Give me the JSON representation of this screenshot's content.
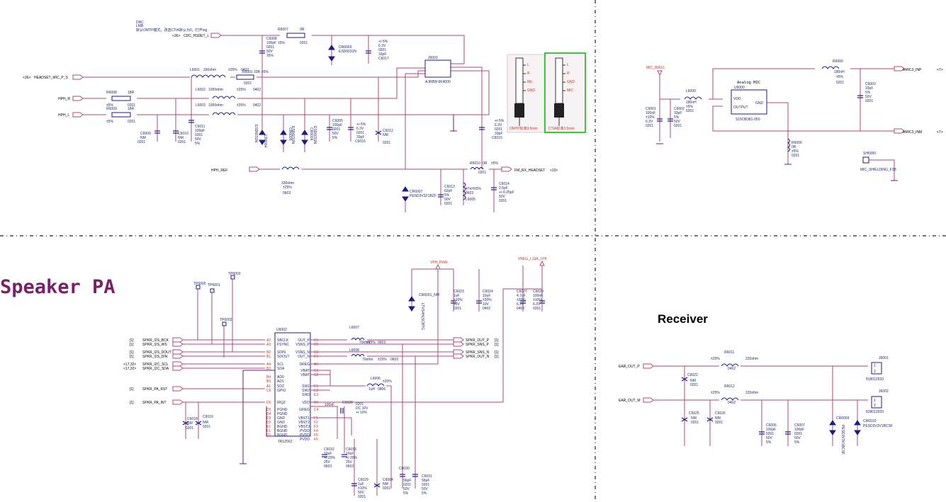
{
  "sections": {
    "speaker_title": "Speaker PA",
    "receiver_title": "Receiver"
  },
  "headset": {
    "notes": [
      "DNC",
      "LMB",
      "默认OMTP模式，改选CTIA默认为0，打开iog"
    ],
    "nets_left": [
      {
        "ref": "<36>",
        "name": "CDC_HSDET_L"
      },
      {
        "ref": "<36>",
        "name": "HEADSET_MIC_P_S"
      },
      {
        "ref": "",
        "name": "HPH_R"
      },
      {
        "ref": "",
        "name": "HPH_L"
      },
      {
        "ref": "",
        "name": "HPH_REF"
      }
    ],
    "net_right": {
      "name": "FM_RX_HEADSET",
      "ref": "<10>"
    },
    "jack": {
      "ref": "J6003",
      "part": "AJR8W-6K4000"
    },
    "parts": [
      {
        "ref": "R6007",
        "val": "0R",
        "tol": "±5%",
        "pkg": "0201"
      },
      {
        "ref": "C6008",
        "val": "100pF",
        "tol": "±5%",
        "v": "50V",
        "pkg": "0201"
      },
      {
        "ref": "CR6003",
        "val": "ESD6031N"
      },
      {
        "ref": "C6017",
        "val": "33pF",
        "tol": "+/-5%",
        "v": "6.3V",
        "pkg": "0201"
      },
      {
        "ref": "L6001",
        "val": "330ohm",
        "tol": "±25%",
        "pkg": "0402"
      },
      {
        "ref": "R6001",
        "val": "33R",
        "tol": "±5%",
        "pkg": "0201"
      },
      {
        "ref": "L6002",
        "val": "1000ohm",
        "tol": "±25%",
        "pkg": "0402"
      },
      {
        "ref": "L6003",
        "val": "1000ohm",
        "tol": "±25%",
        "pkg": "0402"
      },
      {
        "ref": "R6008",
        "val": "18R",
        "tol": "±5%",
        "pkg": "0201"
      },
      {
        "ref": "R6009",
        "val": "18R",
        "tol": "±5%",
        "pkg": "0201"
      },
      {
        "ref": "C6009",
        "val": "NM",
        "pkg": "0201"
      },
      {
        "ref": "C6010",
        "val": "NM",
        "pkg": "0201"
      },
      {
        "ref": "C6011",
        "val": "100pF",
        "v": "50V",
        "tol": "5%",
        "pkg": "0201"
      },
      {
        "ref": "CR6004",
        "val": "ESD6031N"
      },
      {
        "ref": "CR6005",
        "val": "ESD6031N"
      },
      {
        "ref": "CR6006",
        "val": "ESD6031N"
      },
      {
        "ref": "C6005",
        "val": "100pF",
        "v": "50V",
        "tol": "5%",
        "pkg": "0201"
      },
      {
        "ref": "C6016",
        "val": "33pF",
        "tol": "+/-5%",
        "v": "6.3V",
        "pkg": "0201"
      },
      {
        "ref": "C6012",
        "val": "NM",
        "pkg": "0201"
      },
      {
        "ref": "C6015",
        "val": "33pF",
        "tol": "+/-5%",
        "v": "6.3V",
        "pkg": "0201"
      },
      {
        "ref": "L6004",
        "val": "330ohm",
        "tol": "±25%",
        "pkg": "0603"
      },
      {
        "ref": "R6010",
        "val": "0R",
        "tol": "±5%",
        "pkg": "0201"
      },
      {
        "ref": "CR6007",
        "val": "PESD3V3Z1BZF"
      },
      {
        "ref": "C6013",
        "val": "62pF",
        "tol": "5%",
        "v": "50V",
        "pkg": "0201"
      },
      {
        "ref": "L6005",
        "val": "47nH±5%",
        "pkg": "0603"
      },
      {
        "ref": "C6014",
        "val": "2.5pF",
        "tol": "+/-0.25pF",
        "v": "50V",
        "pkg": "0201"
      }
    ],
    "plug_omtp": {
      "labels": [
        "L",
        "R",
        "Mic",
        "GND"
      ],
      "caption": "OMTP标准3.5mm"
    },
    "plug_ctia": {
      "labels": [
        "L",
        "R",
        "GND",
        "MIC"
      ],
      "caption": "CTIA标准3.5mm"
    }
  },
  "mic": {
    "title": "Analog MIC",
    "net_in": "MIC_BIAS1",
    "nets_out": [
      {
        "name": "AMIC3_INP",
        "ref": "<7>"
      },
      {
        "name": "AMIC3_INM",
        "ref": "<7>"
      }
    ],
    "ic": {
      "ref": "U6000",
      "pins": [
        "VDD",
        "OUTPUT",
        "GND"
      ],
      "part": "S15OB381-050"
    },
    "parts": [
      {
        "ref": "L6000",
        "val": "180nH",
        "tol": "±5%",
        "pkg": "0201"
      },
      {
        "ref": "R6000",
        "val": "180nH",
        "tol": "±5%",
        "pkg": "0201"
      },
      {
        "ref": "C6001",
        "val": "100nF",
        "tol": "±10%",
        "v": "6.3V",
        "pkg": "0201"
      },
      {
        "ref": "C6002",
        "val": "33pF",
        "tol": "5%",
        "v": "50V",
        "pkg": "0201"
      },
      {
        "ref": "C6003",
        "val": "33pF",
        "tol": "5%",
        "v": "50V",
        "pkg": "0201"
      },
      {
        "ref": "R6006",
        "val": "0R",
        "tol": "±5%",
        "pkg": "0201"
      },
      {
        "ref": "SH6000",
        "val": "MIC_SHIELDING_F3B"
      }
    ]
  },
  "speaker": {
    "ic": {
      "ref": "U6002",
      "part": "TAS2562",
      "left_pins": [
        {
          "num": "A2",
          "name": "SBCLK"
        },
        {
          "num": "A3",
          "name": "FSYNC"
        },
        {
          "num": "B2",
          "name": "SDIN"
        },
        {
          "num": "B1",
          "name": "SDOUT"
        },
        {
          "num": "A4",
          "name": "SCL"
        },
        {
          "num": "B3",
          "name": "SDA"
        },
        {
          "num": "A1",
          "name": "SDZ"
        },
        {
          "num": "C6",
          "name": "GPIO"
        },
        {
          "num": "B4",
          "name": "AD0"
        },
        {
          "num": "B5",
          "name": "AD1"
        },
        {
          "num": "D6",
          "name": "IRQZ"
        },
        {
          "num": "D5",
          "name": "PGND"
        },
        {
          "num": "D4",
          "name": "PGND"
        },
        {
          "num": "D3",
          "name": "GND"
        },
        {
          "num": "D2",
          "name": "GND"
        },
        {
          "num": "E1",
          "name": "BGND"
        },
        {
          "num": "F1",
          "name": "BGND"
        },
        {
          "num": "D1",
          "name": "BGND"
        }
      ],
      "right_pins": [
        {
          "num": "E5",
          "name": "OUT_P"
        },
        {
          "num": "C5",
          "name": "VSNS_P"
        },
        {
          "num": "C3",
          "name": "VSNS_N"
        },
        {
          "num": "E6",
          "name": "OUT_N"
        },
        {
          "num": "A6",
          "name": "DREG"
        },
        {
          "num": "C1",
          "name": "VBAT"
        },
        {
          "num": "C2",
          "name": "VBAT"
        },
        {
          "num": "E1",
          "name": "SW1"
        },
        {
          "num": "E2",
          "name": "SW2"
        },
        {
          "num": "E3",
          "name": "SW3"
        },
        {
          "num": "B6",
          "name": "VDD"
        },
        {
          "num": "C4",
          "name": "GREG"
        },
        {
          "num": "F1",
          "name": "VBST1"
        },
        {
          "num": "F2",
          "name": "VBST2"
        },
        {
          "num": "F3",
          "name": "VBST3"
        },
        {
          "num": "F4",
          "name": "PVDD"
        },
        {
          "num": "F5",
          "name": "PVDD"
        },
        {
          "num": "F6",
          "name": "PVDD"
        }
      ]
    },
    "nets_left": [
      {
        "ref": "[1]",
        "name": "SPKR_I2S_BCK"
      },
      {
        "ref": "[1]",
        "name": "SPKR_I2S_WS"
      },
      {
        "ref": "[1]",
        "name": "SPKR_I2S_DOUT"
      },
      {
        "ref": "[1]",
        "name": "SPKR_I2S_DIN"
      },
      {
        "ref": "<17,32>",
        "name": "SPKR_I2C_SCL"
      },
      {
        "ref": "<17,32>",
        "name": "SPKR_I2C_SDA"
      },
      {
        "ref": "[1]",
        "name": "SPKR_PA_RST"
      },
      {
        "ref": "[1]",
        "name": "SPKR_PA_INT"
      }
    ],
    "nets_right": [
      {
        "name": "SPKR_OUT_P",
        "ref": "[1]"
      },
      {
        "name": "SPKR_SNS_P",
        "ref": "[1]"
      },
      {
        "name": "SPKR_SNS_N",
        "ref": "[1]"
      },
      {
        "name": "SPKR_OUT_N",
        "ref": "[1]"
      }
    ],
    "power": [
      "VPH_PWR",
      "VREG_L13A_1P8"
    ],
    "testpoints": [
      "TP6000",
      "TP6001",
      "TP6002",
      "TP6003"
    ],
    "parts": [
      {
        "ref": "L6007",
        "val": "70ohm",
        "tol": "±25%",
        "pkg": "0603"
      },
      {
        "ref": "L6008",
        "val": "70ohm",
        "tol": "±25%",
        "pkg": "0603"
      },
      {
        "ref": "L6006",
        "val": "1uH",
        "tol": "±20%",
        "pkg": "0806"
      },
      {
        "ref": "CR6001_NM",
        "val": "LTVS4HL5CBTG"
      },
      {
        "ref": "C6023",
        "val": "1uF",
        "tol": "±10%",
        "v": "10V",
        "pkg": "0201"
      },
      {
        "ref": "C6024",
        "val": "10uF",
        "tol": "±20%",
        "v": "10V",
        "pkg": "0402"
      },
      {
        "ref": "C6027",
        "val": "4.7uF",
        "tol": "±20%",
        "v": "6.3V",
        "pkg": "0402"
      },
      {
        "ref": "C6020",
        "val": "100nF",
        "tol": "±10%",
        "v": "6.3V",
        "pkg": "0201"
      },
      {
        "ref": "C6028",
        "val": "100nF",
        "v": "DC 10V",
        "tol": "+/-10%",
        "pkg": "0201"
      },
      {
        "ref": "C6032",
        "val": "10uF",
        "tol": "+/-20%",
        "v": "25V",
        "pkg": "0603"
      },
      {
        "ref": "C6033",
        "val": "10uF",
        "tol": "+/-20%",
        "v": "25V",
        "pkg": "0603"
      },
      {
        "ref": "C6029",
        "val": "1uF",
        "tol": "±10%",
        "v": "50V",
        "pkg": "0201"
      },
      {
        "ref": "C6004",
        "val": "NM",
        "pkg": "0201"
      },
      {
        "ref": "C6030",
        "val": "56pF",
        "v": "50V",
        "tol": "5%",
        "pkg": "0201"
      },
      {
        "ref": "C6031",
        "val": "56pF",
        "v": "50V",
        "tol": "5%",
        "pkg": "0201"
      },
      {
        "ref": "C6018",
        "val": "NM",
        "pkg": "0201"
      },
      {
        "ref": "C6019",
        "val": "NM",
        "pkg": "0201"
      }
    ]
  },
  "receiver": {
    "nets_left": [
      "EAR_OUT_P",
      "EAR_OUT_M"
    ],
    "connectors": [
      {
        "ref": "J6001",
        "part": "818012933"
      },
      {
        "ref": "J6002",
        "part": "818012933"
      }
    ],
    "parts": [
      {
        "ref": "R6011",
        "val": "220ohm",
        "tol": "±25%",
        "pkg": "0402"
      },
      {
        "ref": "R6012",
        "val": "220ohm",
        "tol": "±25%",
        "pkg": "0402"
      },
      {
        "ref": "C6022",
        "val": "NM",
        "pkg": "0201"
      },
      {
        "ref": "C6025",
        "val": "NM",
        "pkg": "0201"
      },
      {
        "ref": "C6026",
        "val": "NM",
        "pkg": "0201"
      },
      {
        "ref": "C6006",
        "val": "100pF",
        "pkg": "0201",
        "v": "50V",
        "tol": "5%"
      },
      {
        "ref": "C6007",
        "val": "100pF",
        "pkg": "0201",
        "v": "50V",
        "tol": "5%"
      },
      {
        "ref": "CR6009",
        "val": "PESD3V3V1BCSF"
      },
      {
        "ref": "CR6010",
        "val": "PESD3V3V1BCSF"
      }
    ]
  },
  "colors": {
    "wire": "#b24a7a",
    "part": "#1b1b8a",
    "accent_box": "#3cc83c"
  }
}
